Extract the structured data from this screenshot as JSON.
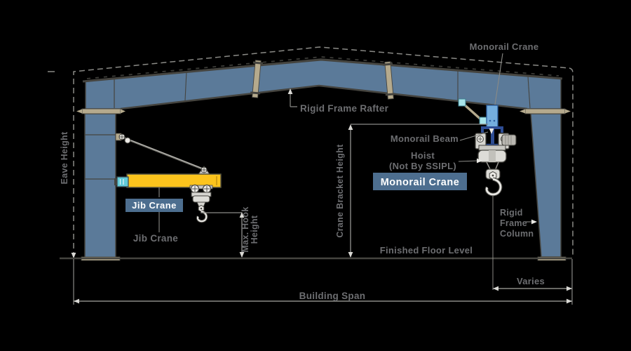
{
  "diagram_title": "Pre-engineered building cross-section with jib crane and monorail crane",
  "background": "#000000",
  "colors": {
    "frame_blue": "#5b7a99",
    "connector_tan": "#b5aa8d",
    "beam_yellow": "#fcc41d",
    "bracket_cyan": "#62cbd8",
    "hanger_blue": "#74aede",
    "monorail_blue": "#2e4d94",
    "badge_blue": "#4d6e8f",
    "text_gray": "#6d6e71",
    "line_gray": "#8a8a86",
    "dark_outline": "#45443f",
    "machinery_light": "#dddcd7",
    "arrow_white": "#d9d8d4"
  },
  "labels": {
    "monorail_crane_pointer": "Monorail Crane",
    "rigid_frame_rafter": "Rigid Frame Rafter",
    "monorail_beam": "Monorail Beam",
    "hoist_line1": "Hoist",
    "hoist_line2": "(Not By SSIPL)",
    "rigid_frame_column_line1": "Rigid",
    "rigid_frame_column_line2": "Frame",
    "rigid_frame_column_line3": "Column",
    "finished_floor_level": "Finished Floor Level",
    "jib_crane_caption": "Jib Crane"
  },
  "badges": {
    "jib_crane": "Jib Crane",
    "monorail_crane": "Monorail Crane"
  },
  "dimensions": {
    "eave_height": "Eave Height",
    "crane_bracket_height": "Crane Bracket Height",
    "max_hook_height_line1": "Max. Hook",
    "max_hook_height_line2": "Height",
    "building_span": "Building Span",
    "varies": "Varies"
  }
}
